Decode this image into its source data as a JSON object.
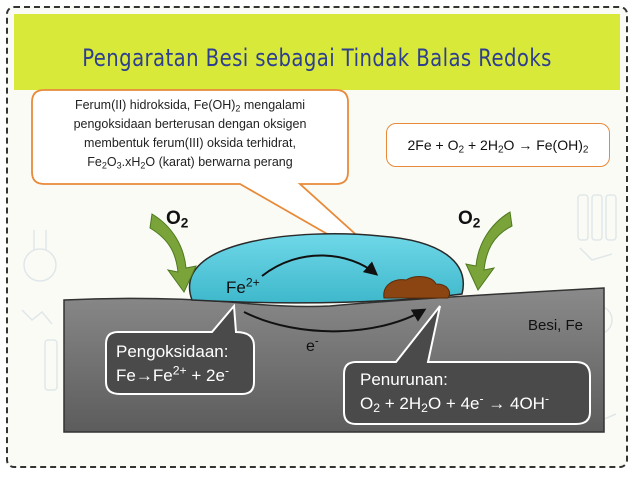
{
  "title": "Pengaratan Besi sebagai Tindak Balas Redoks",
  "callout": {
    "line1": "Ferum(II) hidroksida, Fe(OH)",
    "line1_sub": "2",
    "line1_end": " mengalami",
    "line2": "pengoksidaan berterusan dengan oksigen",
    "line3": "membentuk ferum(III) oksida terhidrat,",
    "line4_a": "Fe",
    "line4_sub1": "2",
    "line4_b": "O",
    "line4_sub2": "3",
    "line4_c": ".xH",
    "line4_sub3": "2",
    "line4_d": "O (karat) berwarna perang"
  },
  "equation": {
    "a": "2Fe + O",
    "sub1": "2",
    "b": " + 2H",
    "sub2": "2",
    "c": "O → Fe(OH)",
    "sub3": "2"
  },
  "labels": {
    "o2_left": "O",
    "o2_left_sub": "2",
    "o2_right": "O",
    "o2_right_sub": "2",
    "fe_ion": "Fe",
    "fe_ion_sup": "2+",
    "electron": "e",
    "electron_sup": "-",
    "iron": "Besi, Fe"
  },
  "oxidation": {
    "heading": "Pengoksidaan:",
    "eq_a": "Fe→Fe",
    "eq_sup1": "2+",
    "eq_b": " + 2e",
    "eq_sup2": "-"
  },
  "reduction": {
    "heading": "Penurunan:",
    "eq_a": "O",
    "eq_sub1": "2",
    "eq_b": " + 2H",
    "eq_sub2": "2",
    "eq_c": "O + 4e",
    "eq_sup1": "-",
    "eq_d": " → 4OH",
    "eq_sup2": "-"
  },
  "colors": {
    "banner": "#d9e93a",
    "title": "#2e3f8f",
    "water_drop": "#5fcfe0",
    "iron_block": "#6f6f6f",
    "rust": "#8b4513",
    "arrow_green": "#7aa43a",
    "callout_border": "#e88a3a"
  }
}
